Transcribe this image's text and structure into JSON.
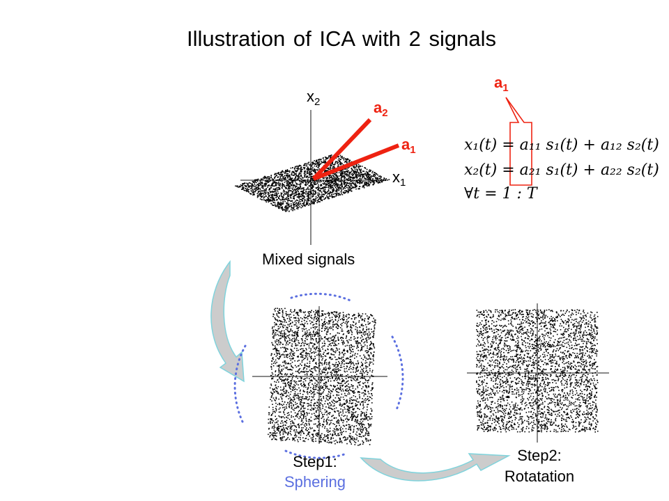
{
  "title": "Illustration of ICA with 2 signals",
  "mixed": {
    "x_axis": "x",
    "x_sub": "1",
    "y_axis": "x",
    "y_sub": "2",
    "vec_a1": "a",
    "vec_a1_sub": "1",
    "vec_a2": "a",
    "vec_a2_sub": "2",
    "caption": "Mixed signals"
  },
  "callout": {
    "label": "a",
    "sub": "1"
  },
  "equations": [
    "x₁(t) = a₁₁ s₁(t) + a₁₂ s₂(t)",
    "x₂(t) = a₂₁ s₁(t) + a₂₂ s₂(t)",
    "∀t = 1 : T"
  ],
  "step1": {
    "line1": "Step1:",
    "line2": "Sphering"
  },
  "step2": {
    "line1": "Step2:",
    "line2": "Rotatation"
  },
  "colors": {
    "vectors": "#ee2211",
    "sphering_text": "#5b6fe0",
    "dotted_circle": "#5b6fe0",
    "arrow_fill": "#cccccc",
    "arrow_outline": "#7fd3dc",
    "axes": "#888888",
    "scatter": "#000000"
  }
}
